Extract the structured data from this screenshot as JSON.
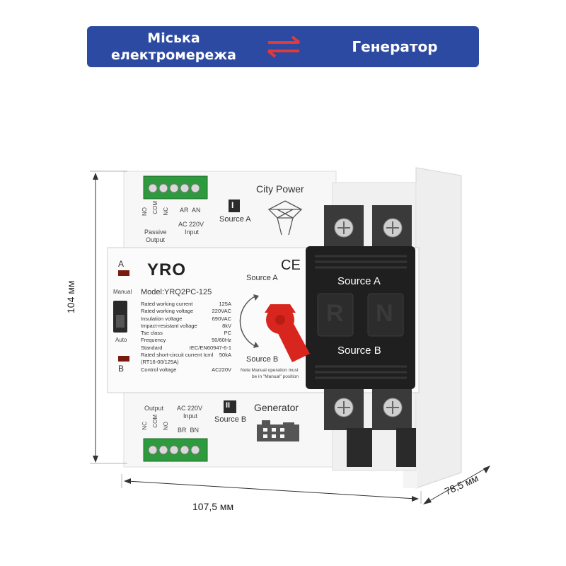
{
  "banner": {
    "left_line1": "Міська",
    "left_line2": "електромережа",
    "right": "Генератор",
    "arrow_color": "#e53935",
    "bg_color": "#2d4aa3"
  },
  "device": {
    "brand": "YRO",
    "model": "Model:YRQ2PC-125",
    "ce": "CE",
    "specs": [
      [
        "Rated working current",
        "125A"
      ],
      [
        "Rated working voltage",
        "220VAC"
      ],
      [
        "Insulation voltage",
        "690VAC"
      ],
      [
        "Impact-resistant voltage",
        "8kV"
      ],
      [
        "Tse class",
        "PC"
      ],
      [
        "Frequency",
        "50/60Hz"
      ],
      [
        "Standard",
        "IEC/EN60947-6-1"
      ],
      [
        "Rated short-circuit current Icml",
        "50kA"
      ],
      [
        "(RT16-00/125A)",
        ""
      ],
      [
        "Control voltage",
        "AC220V"
      ]
    ],
    "indicator_a": "A",
    "indicator_b": "B",
    "switch_manual": "Manual",
    "switch_auto": "Auto",
    "knob_source_a": "Source A",
    "knob_source_b": "Source B",
    "note_line1": "Note:Manual operation must",
    "note_line2": "be in \"Manual\" position",
    "top": {
      "title": "City Power",
      "roman": "I",
      "source": "Source A",
      "term_left": [
        "NO",
        "COM",
        "NC"
      ],
      "term_left_label1": "Passive",
      "term_left_label2": "Output",
      "term_right_top": "AR  AN",
      "term_right_label1": "AC 220V",
      "term_right_label2": "Input"
    },
    "bottom": {
      "title": "Generator",
      "roman": "II",
      "source": "Source B",
      "term_left_label": "Output",
      "term_left": [
        "NC",
        "COM",
        "NO"
      ],
      "term_right_label1": "AC 220V",
      "term_right_label2": "Input",
      "term_right_bottom": "BR  BN"
    },
    "cover": {
      "source_a": "Source A",
      "source_b": "Source B",
      "letter_r": "R",
      "letter_n": "N"
    }
  },
  "dimensions": {
    "height": "104 мм",
    "width": "107,5 мм",
    "depth": "78,5 мм"
  }
}
